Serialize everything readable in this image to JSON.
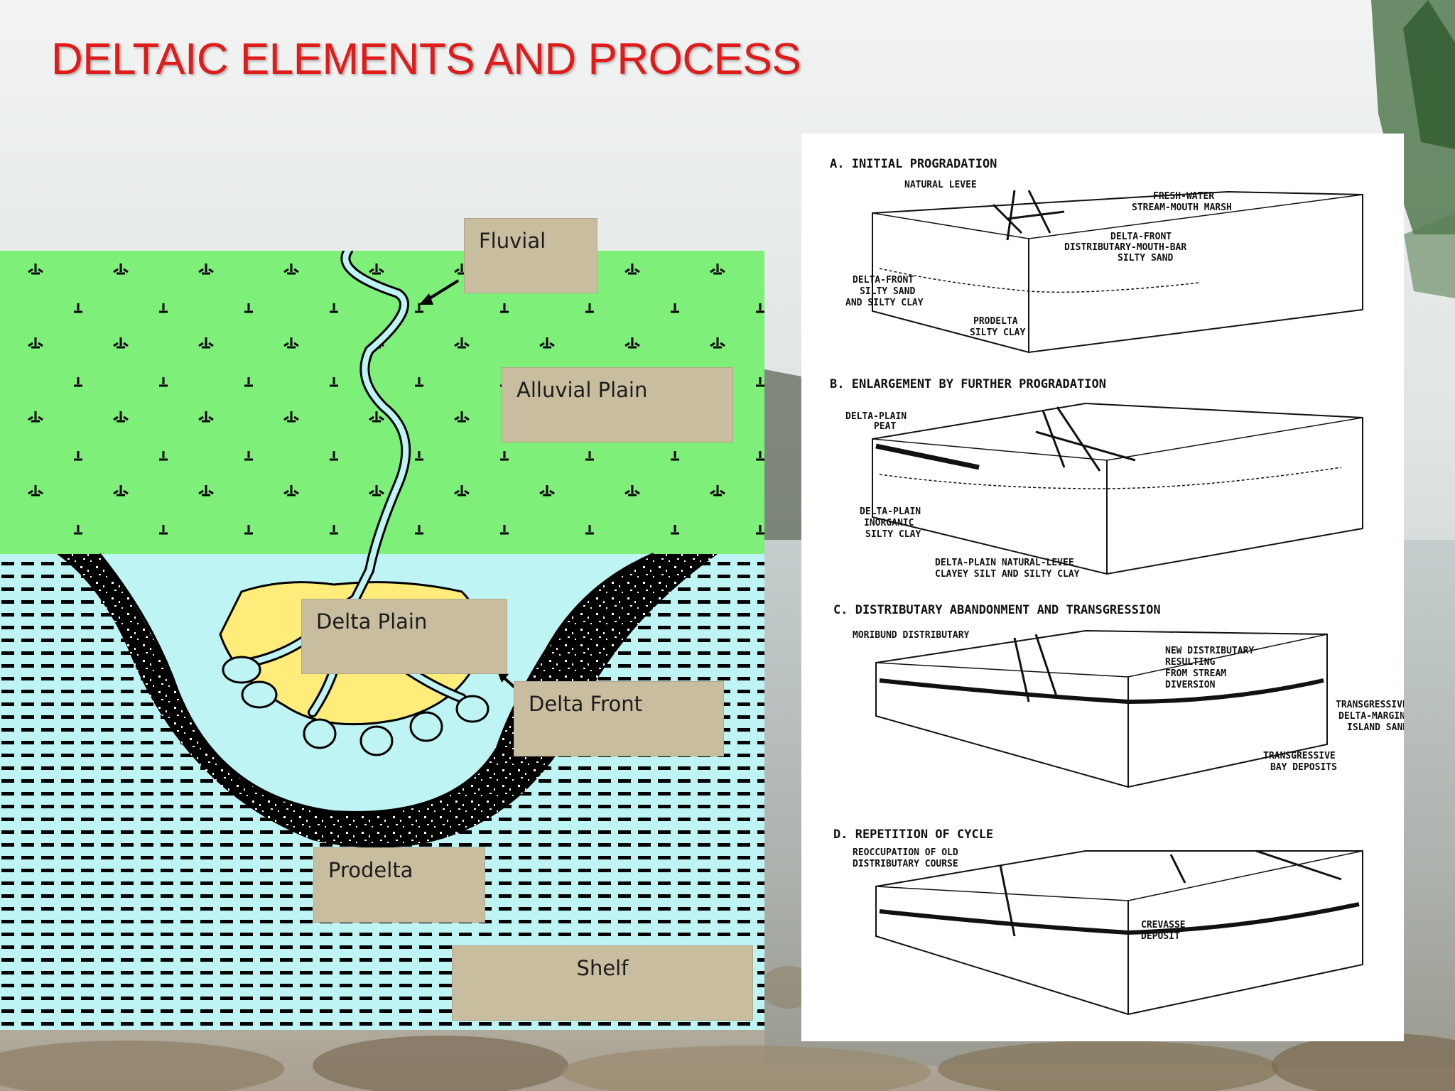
{
  "slide": {
    "title": "DELTAIC  ELEMENTS AND PROCESS"
  },
  "map_labels": {
    "fluvial": "Fluvial",
    "alluvial_plain": "Alluvial Plain",
    "delta_plain": "Delta Plain",
    "delta_front": "Delta Front",
    "prodelta": "Prodelta",
    "shelf": "Shelf"
  },
  "stages": [
    {
      "title": "A. INITIAL PROGRADATION",
      "labels": [
        "NATURAL LEVEE",
        "FRESH-WATER",
        "STREAM-MOUTH MARSH",
        "DELTA-FRONT",
        "DISTRIBUTARY-MOUTH-BAR",
        "SILTY SAND",
        "DELTA-FRONT",
        "SILTY SAND",
        "AND SILTY CLAY",
        "PRODELTA",
        "SILTY CLAY"
      ]
    },
    {
      "title": "B. ENLARGEMENT BY FURTHER PROGRADATION",
      "labels": [
        "DELTA-PLAIN",
        "PEAT",
        "DELTA-PLAIN",
        "INORGANIC",
        "SILTY CLAY",
        "DELTA-PLAIN NATURAL-LEVEE",
        "CLAYEY SILT AND SILTY CLAY"
      ]
    },
    {
      "title": "C. DISTRIBUTARY ABANDONMENT AND TRANSGRESSION",
      "labels": [
        "MORIBUND DISTRIBUTARY",
        "NEW DISTRIBUTARY",
        "RESULTING",
        "FROM STREAM",
        "DIVERSION",
        "TRANSGRESSIVE",
        "DELTA-MARGIN-",
        "ISLAND SAND",
        "TRANSGRESSIVE",
        "BAY DEPOSITS"
      ]
    },
    {
      "title": "D. REPETITION OF CYCLE",
      "labels": [
        "REOCCUPATION OF OLD",
        "DISTRIBUTARY COURSE",
        "CREVASSE",
        "DEPOSIT"
      ]
    }
  ],
  "colors": {
    "title": "#e11a1a",
    "land": "#7ef07a",
    "sea": "#bff4f4",
    "delta_plain": "#ffec7a",
    "label_box": "#c8be9f"
  }
}
